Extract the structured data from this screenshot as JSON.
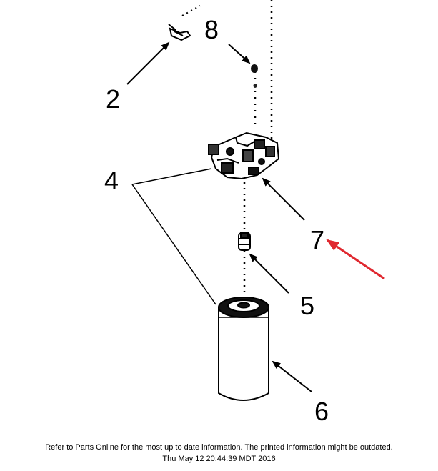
{
  "callouts": {
    "c2": "2",
    "c4": "4",
    "c5": "5",
    "c6": "6",
    "c7": "7",
    "c8": "8"
  },
  "highlight_color": "#e0282f",
  "footer": {
    "note": "Refer to Parts Online for the most up to date information. The printed information might be outdated.",
    "timestamp": "Thu May 12 20:44:39 MDT 2016"
  }
}
